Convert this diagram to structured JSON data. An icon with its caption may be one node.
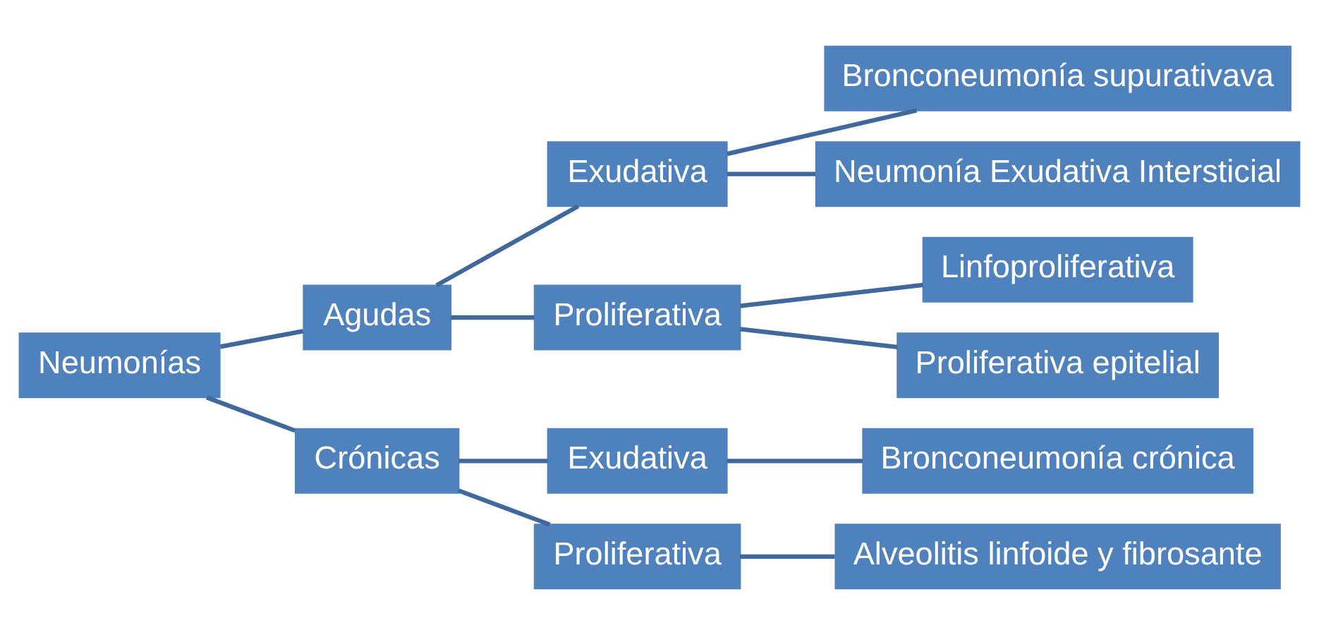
{
  "diagram": {
    "nodes": [
      {
        "text": [
          "Neumonías"
        ]
      },
      {
        "text": [
          "Agudas"
        ]
      },
      {
        "text": [
          "Crónicas"
        ]
      },
      {
        "text": [
          "Exudativa"
        ]
      },
      {
        "text": [
          "Proliferativa"
        ]
      },
      {
        "text": [
          "Exudativa"
        ]
      },
      {
        "text": [
          "Proliferativa"
        ]
      },
      {
        "text": [
          "Bronconeumonía supurativava"
        ]
      },
      {
        "text": [
          "Neumonía Exudativa Intersticial"
        ]
      },
      {
        "text": [
          "Linfoproliferativa"
        ]
      },
      {
        "text": [
          "Proliferativa epitelial"
        ]
      },
      {
        "text": [
          "Bronconeumonía crónica"
        ]
      },
      {
        "text": [
          "Alveolitis linfoide y fibrosante"
        ]
      }
    ],
    "edges": [
      {
        "from": 0,
        "to": 1,
        "arrow": "none"
      },
      {
        "from": 0,
        "to": 2,
        "arrow": "none"
      },
      {
        "from": 1,
        "to": 3,
        "arrow": "none"
      },
      {
        "from": 1,
        "to": 4,
        "arrow": "none"
      },
      {
        "from": 2,
        "to": 5,
        "arrow": "none"
      },
      {
        "from": 2,
        "to": 6,
        "arrow": "none"
      },
      {
        "from": 3,
        "to": 7,
        "arrow": "none"
      },
      {
        "from": 3,
        "to": 8,
        "arrow": "none"
      },
      {
        "from": 4,
        "to": 9,
        "arrow": "none"
      },
      {
        "from": 4,
        "to": 10,
        "arrow": "none"
      },
      {
        "from": 5,
        "to": 11,
        "arrow": "none"
      },
      {
        "from": 6,
        "to": 12,
        "arrow": "none"
      }
    ]
  }
}
